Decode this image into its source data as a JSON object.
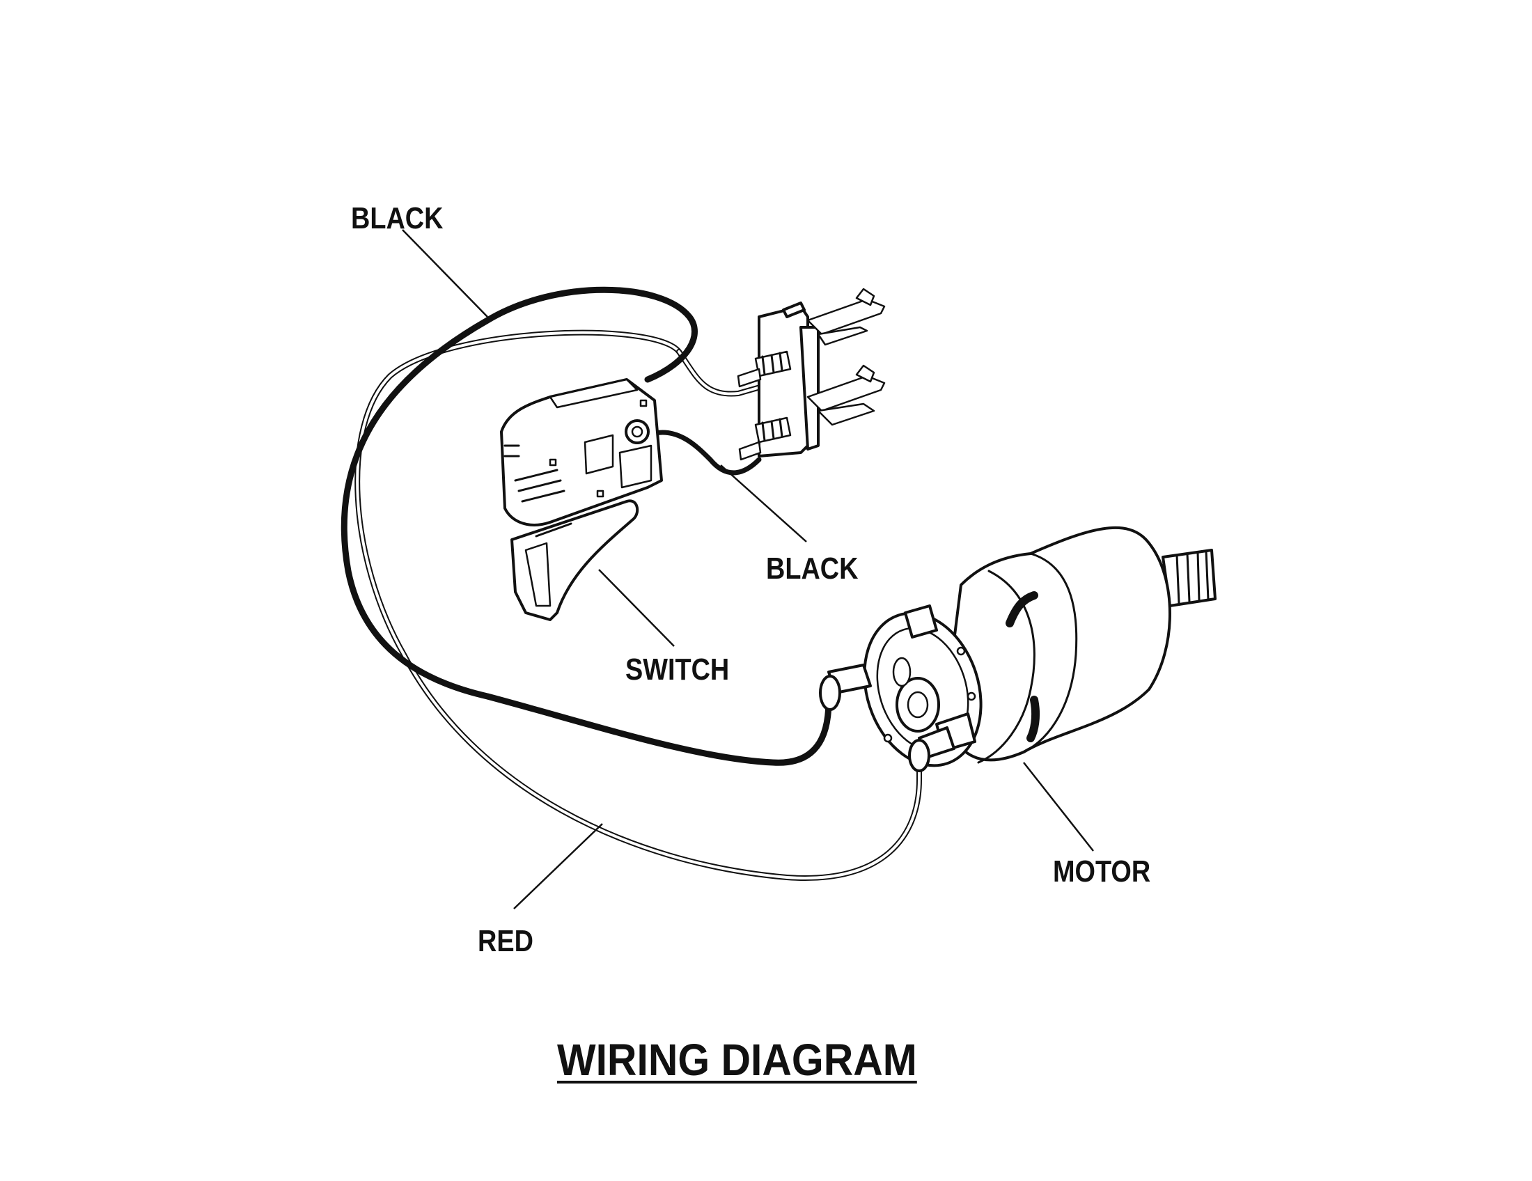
{
  "title": "WIRING DIAGRAM",
  "labels": {
    "black_top": "BLACK",
    "black_switch": "BLACK",
    "switch": "SWITCH",
    "motor": "MOTOR",
    "red": "RED"
  },
  "colors": {
    "ink": "#111111",
    "background": "#ffffff"
  }
}
